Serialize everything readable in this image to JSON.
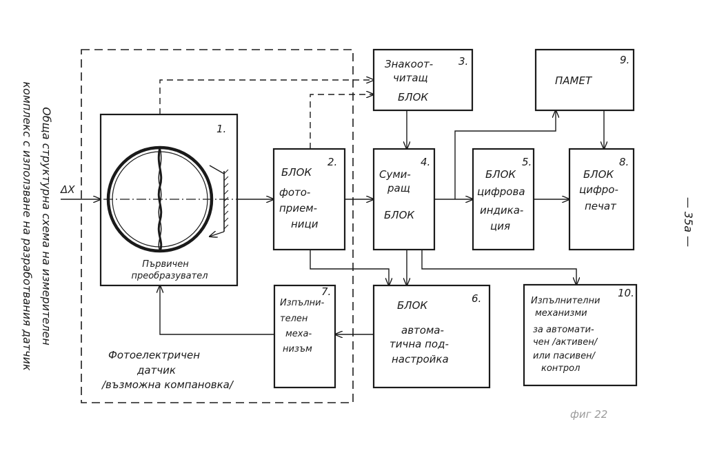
{
  "title": {
    "line1": "Обща структурна схема на измерителен",
    "line2": "комплекс с използване на разработвания датчик"
  },
  "page_number": "— 35а —",
  "figure_label": "фиг 22",
  "input_label": "ΔX",
  "sensor_group": {
    "line1": "Фотоелектричен",
    "line2": "датчик",
    "line3": "/възможна компановка/"
  },
  "blocks": {
    "b1": {
      "num": "1.",
      "lines": [
        "Първичен",
        "преобразувател"
      ]
    },
    "b2": {
      "num": "2.",
      "lines": [
        "БЛОК",
        "фото-",
        "прием-",
        "ници"
      ]
    },
    "b3": {
      "num": "3.",
      "lines": [
        "Знакоот-",
        "читащ",
        "БЛОК"
      ]
    },
    "b4": {
      "num": "4.",
      "lines": [
        "Суми-",
        "ращ",
        "БЛОК"
      ]
    },
    "b5": {
      "num": "5.",
      "lines": [
        "БЛОК",
        "цифрова",
        "индика-",
        "ция"
      ]
    },
    "b6": {
      "num": "6.",
      "lines": [
        "БЛОК",
        "автома-",
        "тична под-",
        "настройка"
      ]
    },
    "b7": {
      "num": "7.",
      "lines": [
        "Изпълни-",
        "телен",
        "меха-",
        "низъм"
      ]
    },
    "b8": {
      "num": "8.",
      "lines": [
        "БЛОК",
        "цифро-",
        "печат"
      ]
    },
    "b9": {
      "num": "9.",
      "lines": [
        "ПАМЕТ"
      ]
    },
    "b10": {
      "num": "10.",
      "lines": [
        "Изпълнителни",
        "механизми",
        "за автомати-",
        "чен /активен/",
        "или пасивен/",
        "контрол"
      ]
    }
  }
}
